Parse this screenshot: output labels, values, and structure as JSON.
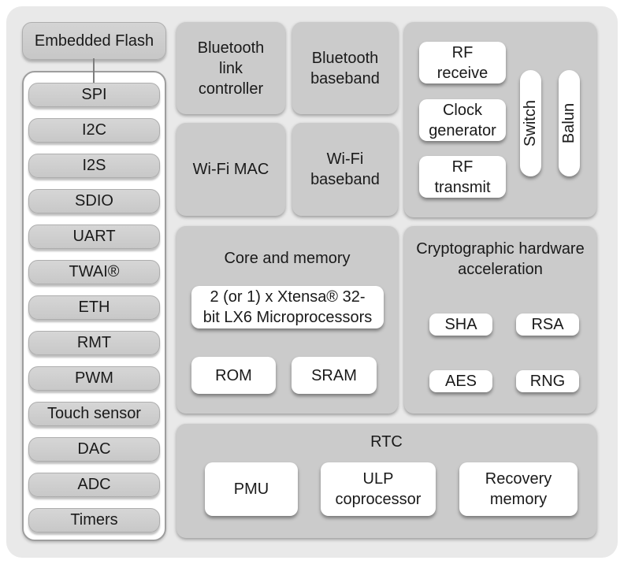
{
  "diagram": {
    "peripherals": {
      "flash_label": "Embedded Flash",
      "items": [
        "SPI",
        "I2C",
        "I2S",
        "SDIO",
        "UART",
        "TWAI®",
        "ETH",
        "RMT",
        "PWM",
        "Touch sensor",
        "DAC",
        "ADC",
        "Timers"
      ]
    },
    "radio": {
      "bt_link_controller": "Bluetooth\nlink\ncontroller",
      "bt_baseband": "Bluetooth\nbaseband",
      "wifi_mac": "Wi-Fi MAC",
      "wifi_baseband": "Wi-Fi\nbaseband"
    },
    "rf": {
      "receive": "RF\nreceive",
      "clock_generator": "Clock\ngenerator",
      "transmit": "RF\ntransmit",
      "switch": "Switch",
      "balun": "Balun"
    },
    "core": {
      "title": "Core and memory",
      "cpu": "2 (or 1) x Xtensa® 32-\nbit LX6 Microprocessors",
      "rom": "ROM",
      "sram": "SRAM"
    },
    "crypto": {
      "title": "Cryptographic hardware\nacceleration",
      "items": [
        "SHA",
        "RSA",
        "AES",
        "RNG"
      ]
    },
    "rtc": {
      "title": "RTC",
      "pmu": "PMU",
      "ulp": "ULP\ncoprocessor",
      "recovery": "Recovery\nmemory"
    },
    "colors": {
      "outer_bg": "#e9e9e9",
      "section_bg": "#cbcbcb",
      "pill_bg": "#cdcdcd",
      "box_bg": "#ffffff",
      "text": "#1a1a1a"
    }
  }
}
